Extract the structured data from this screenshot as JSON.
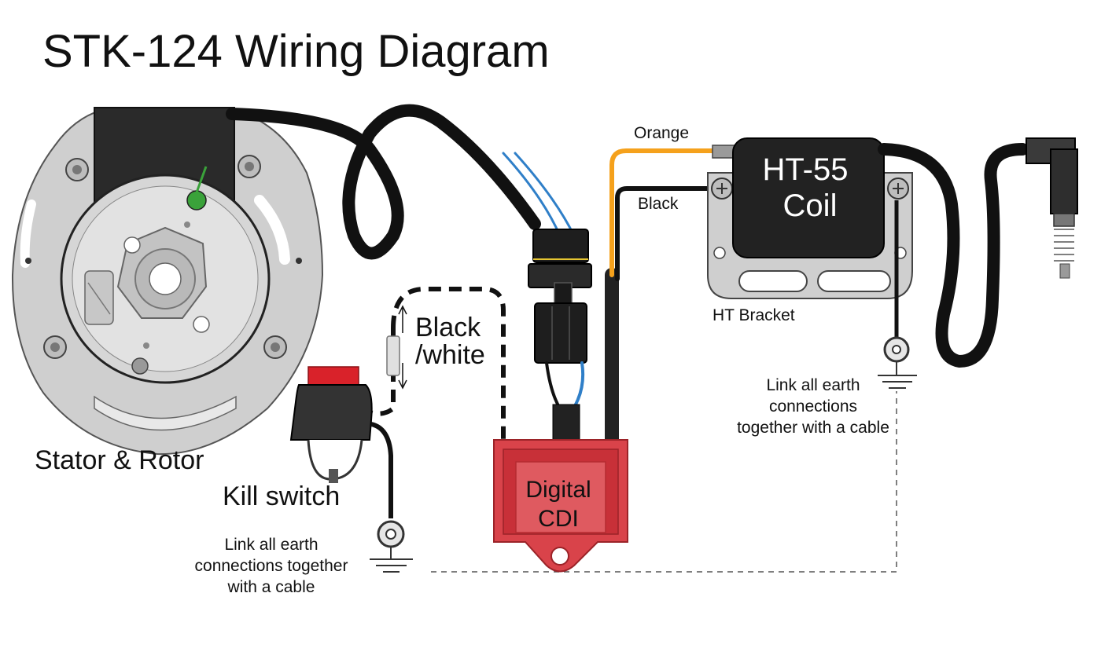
{
  "title": "STK-124 Wiring Diagram",
  "labels": {
    "stator": "Stator & Rotor",
    "kill_switch": "Kill switch",
    "black_white_1": "Black",
    "black_white_2": "/white",
    "orange": "Orange",
    "black": "Black",
    "coil_1": "HT-55",
    "coil_2": "Coil",
    "bracket": "HT Bracket",
    "cdi_1": "Digital",
    "cdi_2": "CDI",
    "earth_right": [
      "Link all earth",
      "connections",
      "together with a cable"
    ],
    "earth_left": [
      "Link all earth",
      "connections together",
      "with a cable"
    ]
  },
  "colors": {
    "wire_black": "#111111",
    "wire_orange": "#f5a11c",
    "wire_blue": "#2f7fc8",
    "cdi_red": "#d9434a",
    "cdi_red_dark": "#b52a31",
    "kill_red": "#d9222a",
    "metal": "#c9c9c9",
    "coil_body": "#222222"
  }
}
